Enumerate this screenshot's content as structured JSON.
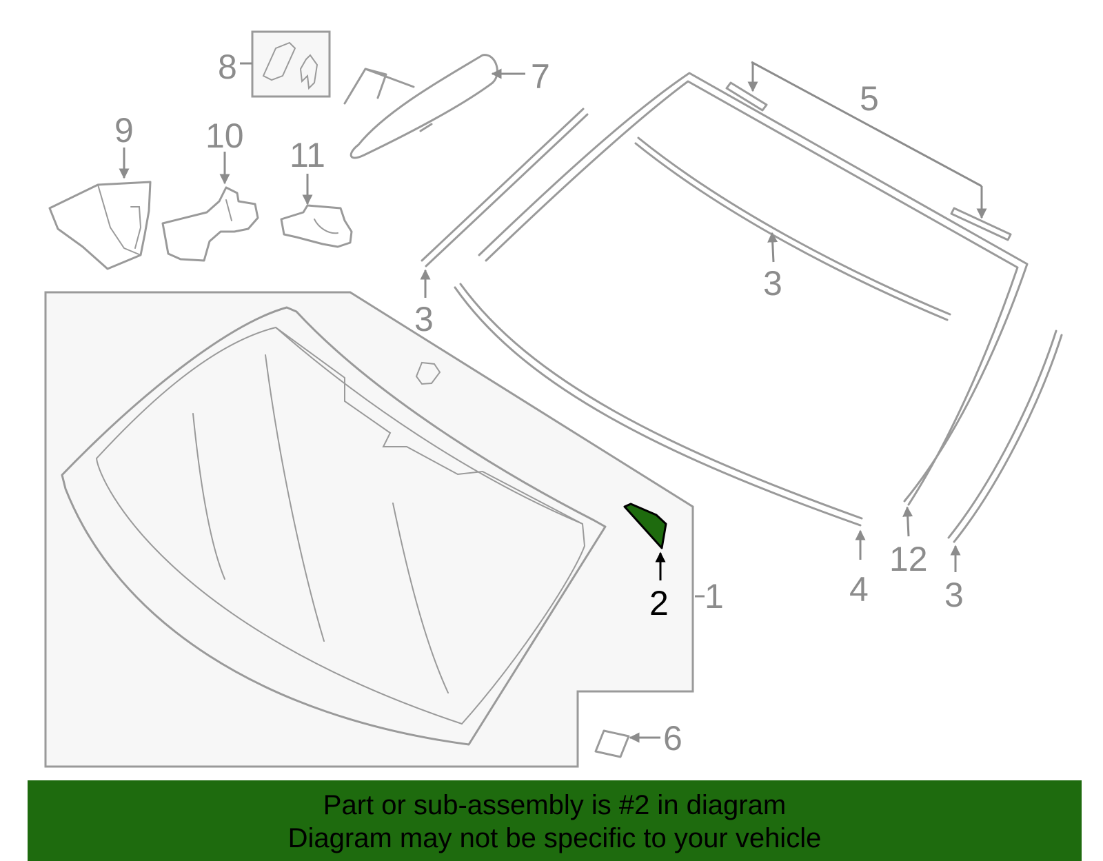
{
  "diagram": {
    "callouts": {
      "c1": "1",
      "c2": "2",
      "c3a": "3",
      "c3b": "3",
      "c3c": "3",
      "c4": "4",
      "c5": "5",
      "c6": "6",
      "c7": "7",
      "c8": "8",
      "c9": "9",
      "c10": "10",
      "c11": "11",
      "c12": "12"
    },
    "highlight_part": "2",
    "colors": {
      "part_stroke": "#9a9a9a",
      "highlight_fill": "#1e6b0e",
      "assembly_bg": "#f7f7f7",
      "banner_bg": "#1e6b0e"
    }
  },
  "banner": {
    "line1": "Part or sub-assembly is #2 in diagram",
    "line2": "Diagram may not be specific to your vehicle"
  }
}
